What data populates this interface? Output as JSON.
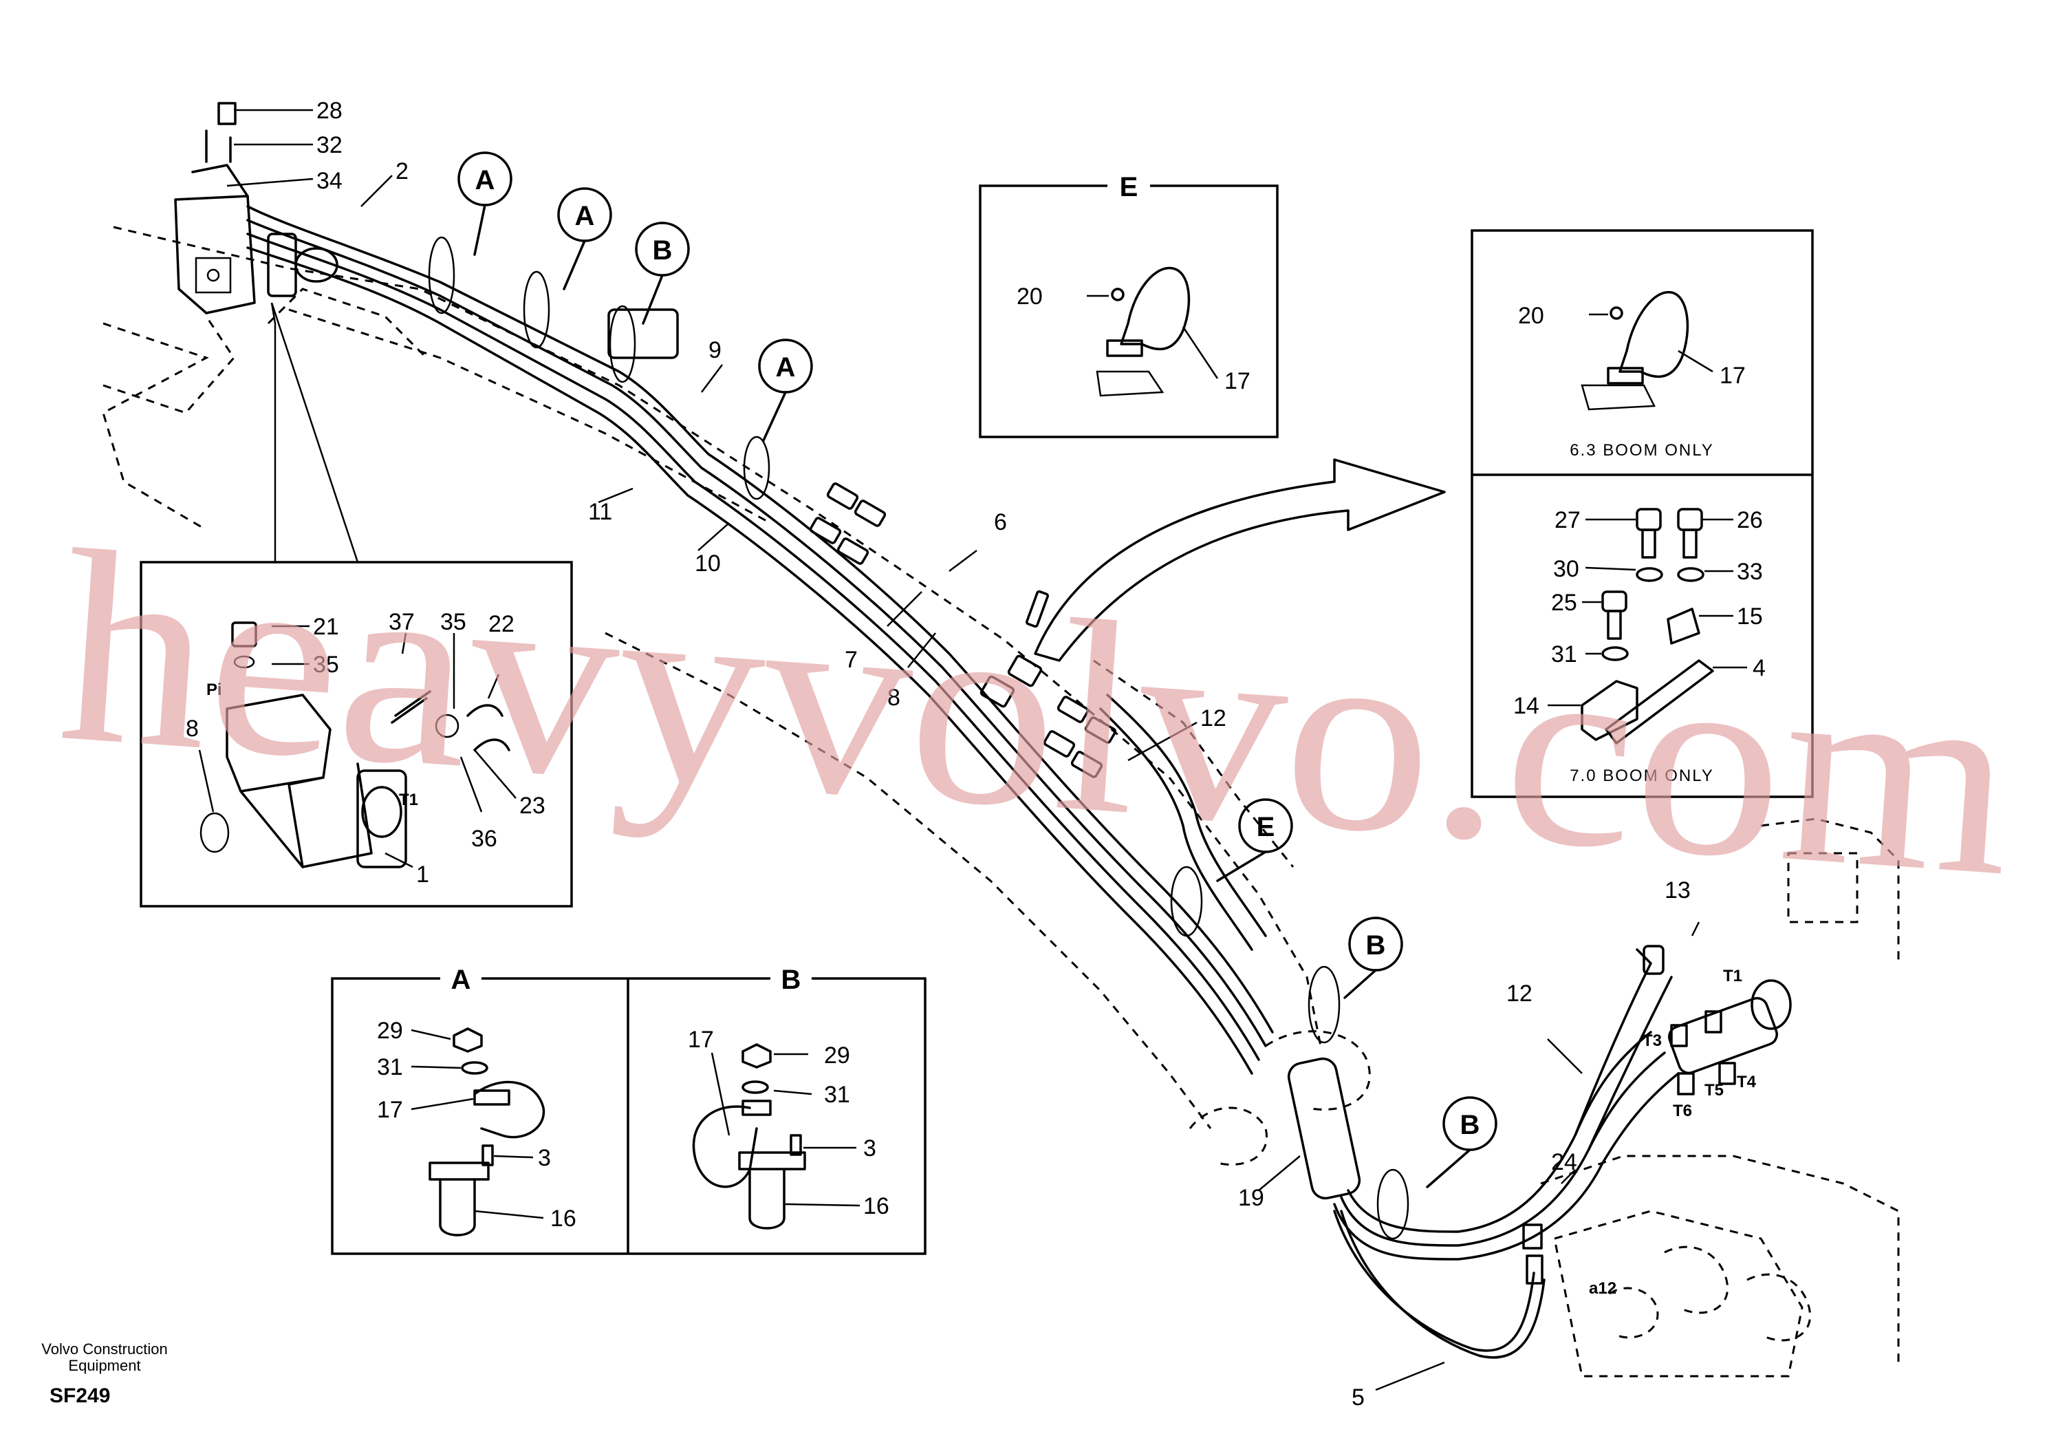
{
  "watermark": "heavyvolvo.com",
  "footer": {
    "company": "Volvo Construction Equipment",
    "company_line1": "Volvo Construction",
    "company_line2": "Equipment",
    "code": "SF249"
  },
  "views": {
    "A": "A",
    "B": "B",
    "E": "E"
  },
  "captions": {
    "boom63": "6.3 BOOM ONLY",
    "boom70": "7.0 BOOM ONLY"
  },
  "ports": {
    "Pi": "Pi",
    "T1": "T1",
    "T3": "T3",
    "T4": "T4",
    "T5": "T5",
    "T6": "T6",
    "a12": "a12"
  },
  "callouts": {
    "c28": "28",
    "c32": "32",
    "c34": "34",
    "c2": "2",
    "c9": "9",
    "c11": "11",
    "c10": "10",
    "c6": "6",
    "c7": "7",
    "c8": "8",
    "c12": "12",
    "c19": "19",
    "c5": "5",
    "c24": "24",
    "c13": "13",
    "c12b": "12",
    "d21": "21",
    "d35": "35",
    "d37": "37",
    "d35b": "35",
    "d22": "22",
    "d8": "8",
    "d23": "23",
    "d36": "36",
    "d1": "1",
    "e20": "20",
    "e17": "17",
    "f20": "20",
    "f17": "17",
    "g27": "27",
    "g26": "26",
    "g30": "30",
    "g33": "33",
    "g25": "25",
    "g15": "15",
    "g31": "31",
    "g4": "4",
    "g14": "14",
    "a29": "29",
    "a31": "31",
    "a17": "17",
    "a3": "3",
    "a16": "16",
    "b17": "17",
    "b29": "29",
    "b31": "31",
    "b3": "3",
    "b16": "16"
  }
}
